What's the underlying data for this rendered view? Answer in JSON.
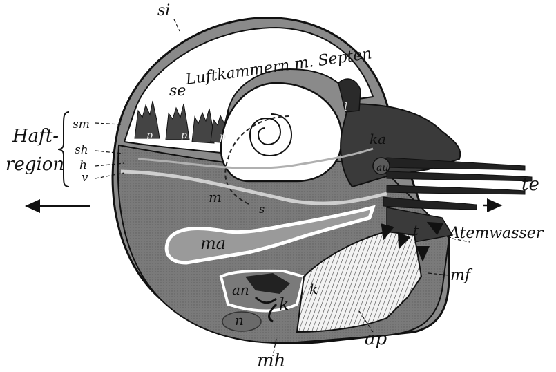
{
  "labels": {
    "si": "si",
    "se": "se",
    "luftkammern": "Luftkammern m. Septen",
    "sm": "sm",
    "sh": "sh",
    "h": "h",
    "v": "v",
    "haft_line1": "Haft-",
    "haft_line2": "region",
    "ka": "ka",
    "au": "au",
    "te": "te",
    "m": "m",
    "s": "s",
    "t": "t",
    "ma": "ma",
    "atemwasser": "Atemwasser",
    "mf": "mf",
    "an": "an",
    "k1": "k",
    "k2": "k",
    "n": "n",
    "ap": "ap",
    "mh": "mh",
    "p1": "p",
    "p2": "p",
    "p3": "p",
    "l": "l"
  },
  "colors": {
    "ink": "#111111",
    "body_dark": "#5a5a5a",
    "body_mid": "#8a8a8a",
    "body_light": "#b8b8b8",
    "shell_white": "#ffffff",
    "paper": "#ffffff"
  }
}
